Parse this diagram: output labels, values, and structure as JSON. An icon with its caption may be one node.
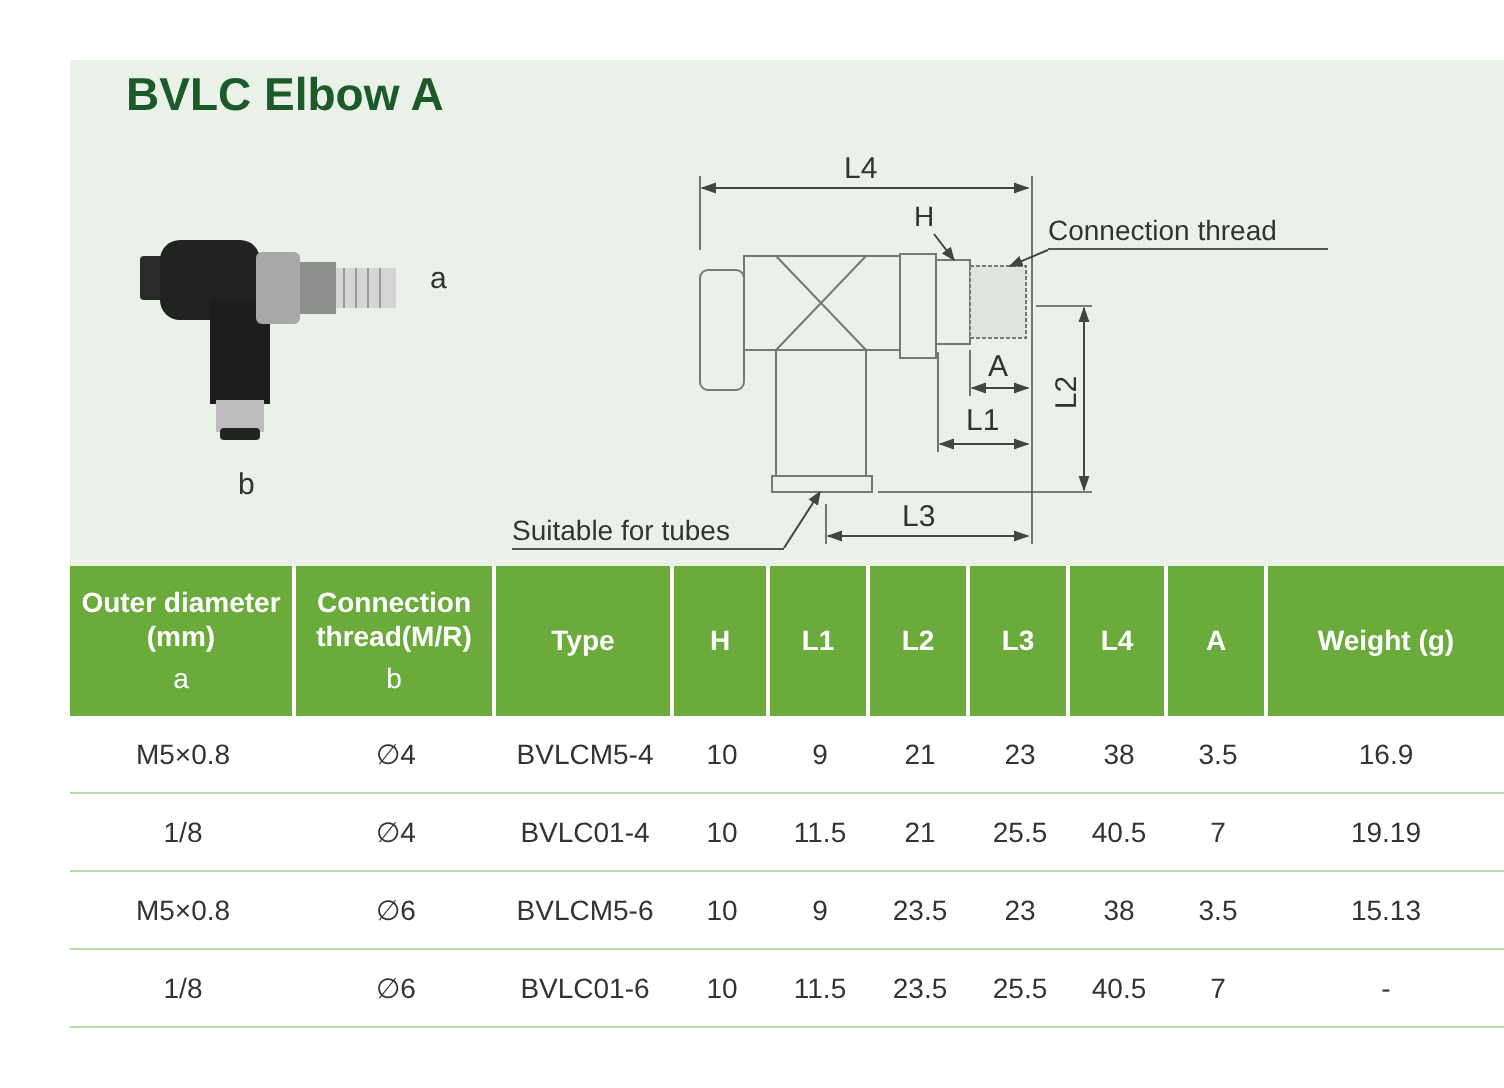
{
  "diagram": {
    "title": "BVLC Elbow A",
    "nodes": [
      {
        "text": [
          "H"
        ]
      },
      {
        "text": [
          "Connection thread"
        ]
      },
      {
        "text": [
          "Suitable for tubes"
        ]
      },
      {
        "text": [],
        "shape": "box"
      },
      {
        "text": [],
        "shape": "box"
      },
      {
        "text": [],
        "shape": "box"
      }
    ],
    "edges": [
      {
        "from": 0,
        "to": 3,
        "arrow": "to"
      },
      {
        "from": 1,
        "to": 4,
        "arrow": "to"
      },
      {
        "from": 2,
        "to": 5,
        "arrow": "to"
      }
    ],
    "labels": [
      "a",
      "b",
      "L4",
      "A",
      "L1",
      "L2",
      "L3",
      "Outer diameter (mm)",
      "a",
      "Connection thread(M/R)",
      "b",
      "Type",
      "H",
      "L1",
      "L2",
      "L3",
      "L4",
      "A",
      "Weight (g)",
      "M5×0.8",
      "∅4",
      "BVLCM5-4",
      "10",
      "9",
      "21",
      "23",
      "38",
      "3.5",
      "16.9",
      "1/8",
      "∅4",
      "BVLC01-4",
      "10",
      "11.5",
      "21",
      "25.5",
      "40.5",
      "7",
      "19.19",
      "M5×0.8",
      "∅6",
      "BVLCM5-6",
      "10",
      "9",
      "23.5",
      "23",
      "38",
      "3.5",
      "15.13",
      "1/8",
      "∅6",
      "BVLC01-6",
      "10",
      "11.5",
      "23.5",
      "25.5",
      "40.5",
      "7",
      "-"
    ]
  }
}
